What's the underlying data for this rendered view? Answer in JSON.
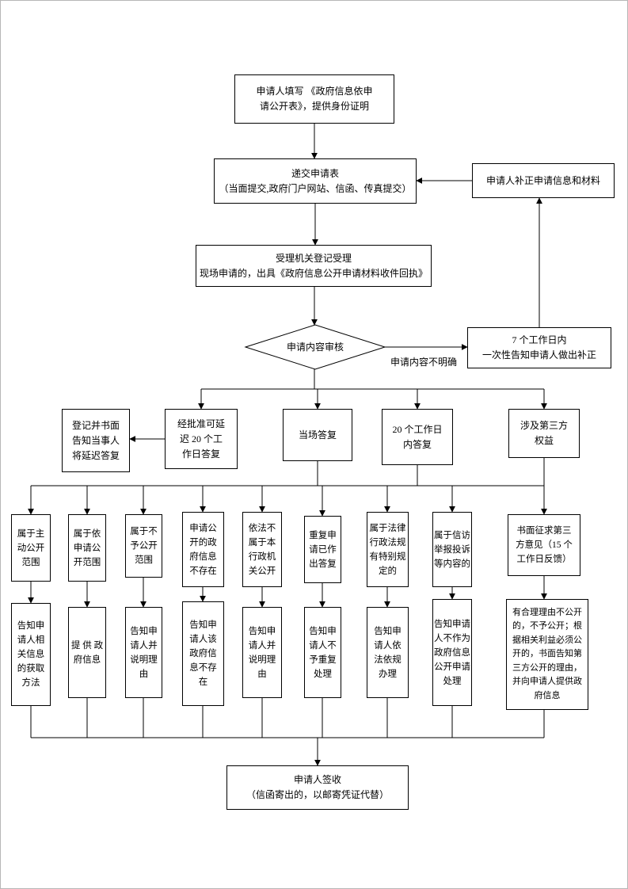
{
  "colors": {
    "line": "#000000",
    "box_border": "#000000",
    "background": "#ffffff",
    "text": "#000000"
  },
  "flowchart": {
    "top": {
      "fill_form": "申请人填写 《政府信息依申\n请公开表》，提供身份证明",
      "submit_title": "递交申请表",
      "submit_note": "（当面提交,政府门户网站、信函、传真提交）",
      "supplement": "申请人补正申请信息和材料",
      "accept_title": "受理机关登记受理",
      "accept_note": "现场申请的，出具《政府信息公开申请材料收件回执》",
      "review": "申请内容审核",
      "unclear_label": "申请内容不明确",
      "notify_line1": "7 个工作日内",
      "notify_line2": "一次性告知申请人做出补正"
    },
    "middle": {
      "register_delay": "登记并书面\n告知当事人\n将延迟答复",
      "approved_delay": "经批准可延\n迟 20 个工\n作日答复",
      "onsite_reply": "当场答复",
      "reply_20_days": "20 个工作日\n内答复",
      "third_party": "涉及第三方\n权益"
    },
    "branches": [
      {
        "condition": "属于主\n动公开\n范围",
        "action": "告知申\n请人相\n关信息\n的获取\n方法"
      },
      {
        "condition": "属于依\n申请公\n开范围",
        "action": "提 供 政\n府信息"
      },
      {
        "condition": "属于不\n予公开\n范围",
        "action": "告知申\n请人并\n说明理\n由"
      },
      {
        "condition": "申请公\n开的政\n府信息\n不存在",
        "action": "告知申\n请人该\n政府信\n息不存\n在"
      },
      {
        "condition": "依法不\n属于本\n行政机\n关公开",
        "action": "告知申\n请人并\n说明理\n由"
      },
      {
        "condition": "重复申\n请已作\n出答复",
        "action": "告知申\n请人不\n予重复\n处理"
      },
      {
        "condition": "属于法律\n行政法规\n有特别规\n定的",
        "action": "告知申\n请人依\n法依规\n办理"
      },
      {
        "condition": "属于信访\n举报投诉\n等内容的",
        "action": "告知申请\n人不作为\n政府信息\n公开申请\n处理"
      },
      {
        "condition": "书面征求第三\n方意见（15 个\n工作日反馈）",
        "action": "有合理理由不公开的，不予公开；根据相关利益必须公开的，书面告知第三方公开的理由，并向申请人提供政府信息"
      }
    ],
    "bottom": {
      "sign_title": "申请人签收",
      "sign_note": "（信函寄出的，以邮寄凭证代替）"
    }
  }
}
